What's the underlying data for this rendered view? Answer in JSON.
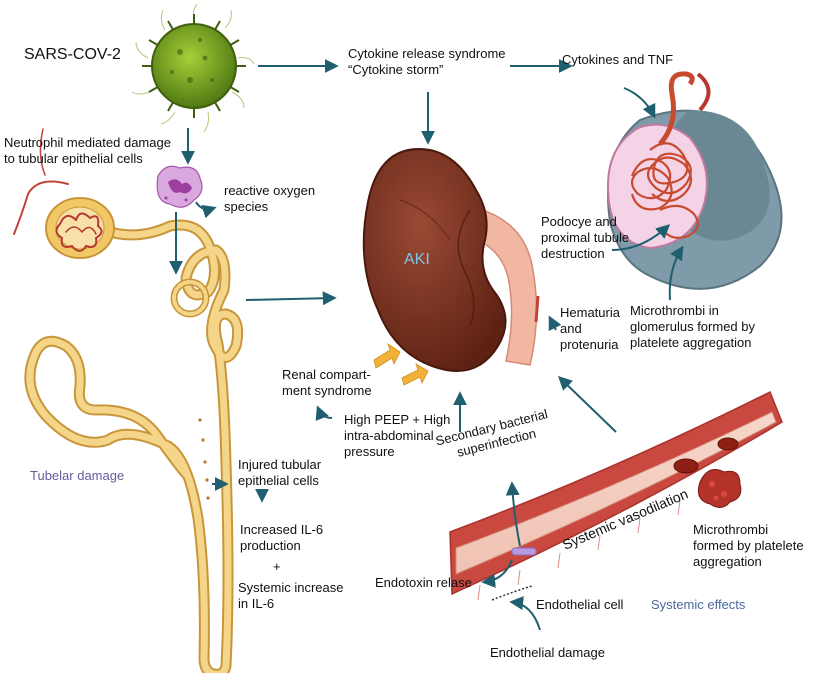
{
  "labels": {
    "virus": "SARS-COV-2",
    "cytokine_line1": "Cytokine release syndrome",
    "cytokine_line2": "“Cytokine storm”",
    "cytokines_tnf": "Cytokines and TNF",
    "neutrophil_line1": "Neutrophil mediated damage",
    "neutrophil_line2": "to tubular epithelial cells",
    "ros_line1": "reactive oxygen",
    "ros_line2": "species",
    "aki": "AKI",
    "podocyte_line1": "Podocye and",
    "podocyte_line2": "proximal tubule",
    "podocyte_line3": "destruction",
    "microthrombi_glom_line1": "Microthrombi in",
    "microthrombi_glom_line2": "glomerulus formed by",
    "microthrombi_glom_line3": "platelete aggregation",
    "hematuria_line1": "Hematuria",
    "hematuria_line2": "and",
    "hematuria_line3": "protenuria",
    "renal_line1": "Renal compart-",
    "renal_line2": "ment syndrome",
    "peep_line1": "High PEEP + High",
    "peep_line2": "intra-abdominal",
    "peep_line3": "pressure",
    "secondary_line1": "Secondary bacterial",
    "secondary_line2": "superinfection",
    "tubular_damage": "Tubelar damage",
    "injured_line1": "Injured tubular",
    "injured_line2": "epithelial cells",
    "il6_line1": "Increased IL-6",
    "il6_line2": "production",
    "plus": "+",
    "systemic_il6_line1": "Systemic increase",
    "systemic_il6_line2": "in IL-6",
    "vasodilation": "Systemic vasodilation",
    "microthrombi_plat_line1": "Microthrombi",
    "microthrombi_plat_line2": "formed by platelete",
    "microthrombi_plat_line3": "aggregation",
    "endotoxin": "Endotoxin relase",
    "endothelial_cell": "Endothelial cell",
    "systemic_effects": "Systemic effects",
    "endothelial_damage": "Endothelial damage"
  },
  "colors": {
    "arrow": "#1f5f6f",
    "kidney": "#7a2e1e",
    "kidney_dark": "#5a1e12",
    "virus": "#6f9a1e",
    "tubule": "#f2c867",
    "tubule_stroke": "#c8963a",
    "vessel": "#c9483f",
    "vessel_inner": "#f7d9cf",
    "glomerulus_capsule": "#7f9aa8",
    "accent_purple": "#6a5a9a"
  },
  "icons": [
    "virus-icon",
    "neutrophil-icon",
    "kidney-icon",
    "glomerulus-icon",
    "nephron-tubule-icon",
    "blood-vessel-icon"
  ]
}
